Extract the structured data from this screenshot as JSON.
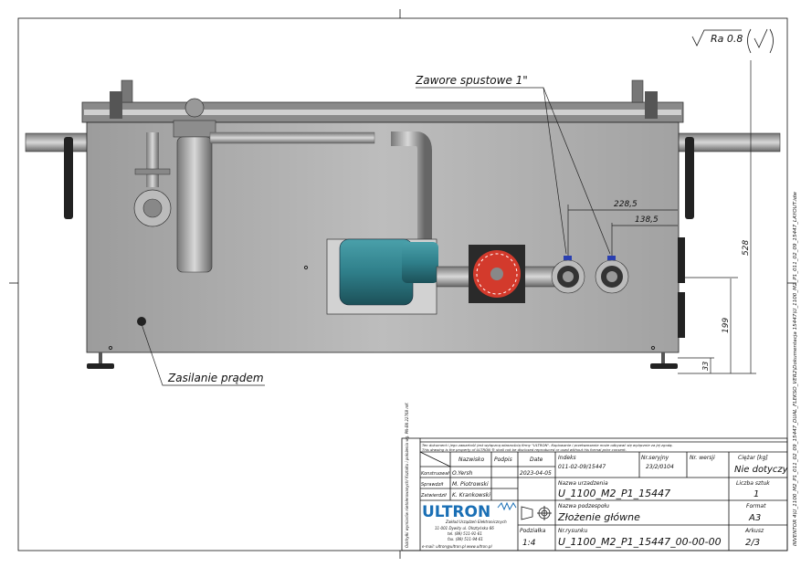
{
  "surface_finish": {
    "symbol_text": "Ra 0.8"
  },
  "annotations": {
    "valves_label": "Zawore spustowe 1\"",
    "power_label": "Zasilanie prądem"
  },
  "dimensions": {
    "d1": "228,5",
    "d2": "138,5",
    "height_total": "528",
    "height_valves": "199",
    "foot_height": "33"
  },
  "side_path": "INVENTOR 4\\U_1100_M2_P1_011_02_09_15447_DUAL_FLEKSO_VER2\\Dokumentacja 15447\\U_1100_M2_P1_011_02_09_15447_LAYOUT.idw",
  "title_block": {
    "notice_pl": "Ten dokument i jego zawartość jest wyłączną własnością firmy \"ULTRON\". Kopiowanie i przetwarzanie może odbywać się wyłącznie za jej zgodą.",
    "notice_en": "This drawing is the property of ULTRON ® shall not be disclosed reproduced or used without his formal prior consent.",
    "side_note": "Odchyłki wymiarów nietolerowanych/ Kształtu i położenia wg. PN-EN 22768 mK",
    "headers": {
      "name": "Nazwisko",
      "signature": "Podpis",
      "date": "Date"
    },
    "roles": [
      {
        "role": "Konstruował",
        "name": "O.Yersh",
        "date": "2023-04-05"
      },
      {
        "role": "Sprawdził",
        "name": "M. Piotrowski",
        "date": ""
      },
      {
        "role": "Zatwierdził",
        "name": "K. Krankowski",
        "date": ""
      }
    ],
    "index_label": "Indeks",
    "index_value": "011-02-09/15447",
    "serial_label": "Nr.seryjny",
    "serial_value": "23/2/0104",
    "version_label": "Nr. wersji",
    "weight_label": "Ciężar [kg]",
    "weight_value": "Nie dotyczy",
    "device_name_label": "Nazwa urzadzenia",
    "device_name_value": "U_1100_M2_P1_15447",
    "qty_label": "Liczba sztuk",
    "qty_value": "1",
    "subassembly_label": "Nazwa podzespołu",
    "subassembly_value": "Złożenie główne",
    "format_label": "Format",
    "format_value": "A3",
    "scale_label": "Podziałka",
    "scale_value": "1:4",
    "drawing_no_label": "Nr.rysunku",
    "drawing_no_value": "U_1100_M2_P1_15447_00-00-00",
    "sheet_label": "Arkusz",
    "sheet_value": "2/3",
    "company": {
      "logo": "ULTRON",
      "name": "Zakład Urządzeń Elektronicznych",
      "address": "11-001 Dywity ul. Olsztyńska 66",
      "tel": "tel. (89) 511-91-61",
      "fax": "fax. (89) 511-94-61",
      "contact": "e-mail: ultron@ultron.pl   www.ultron.pl"
    }
  },
  "colors": {
    "body": "#a9a9a9",
    "motor": "#2f7f8a",
    "fan": "#d33a2c",
    "valve_cap": "#2a3fb0"
  }
}
